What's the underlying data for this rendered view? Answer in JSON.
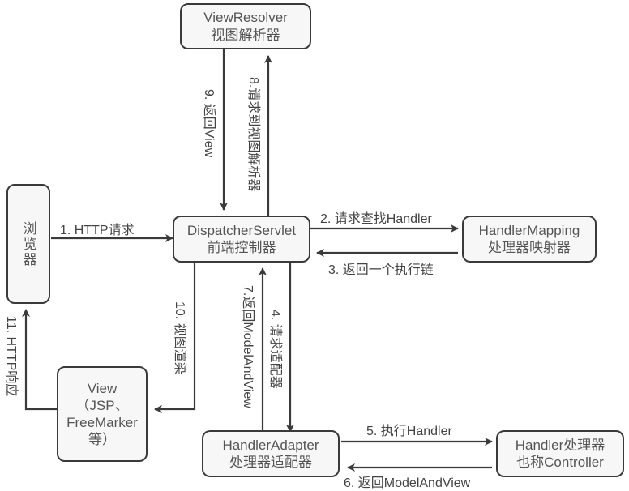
{
  "diagram": {
    "title": "Spring MVC DispatcherServlet request flow",
    "style": {
      "node_fill": "#f7f7f7",
      "node_stroke": "#3a3a3a",
      "text_color": "#555555",
      "label_color": "#444444",
      "line_color": "#3a3a3a",
      "background": "#ffffff"
    },
    "nodes": {
      "view_resolver": {
        "line1": "ViewResolver",
        "line2": "视图解析器"
      },
      "browser": {
        "line1": "浏览器"
      },
      "dispatcher_servlet": {
        "line1": "DispatcherServlet",
        "line2": "前端控制器"
      },
      "handler_mapping": {
        "line1": "HandlerMapping",
        "line2": "处理器映射器"
      },
      "view": {
        "line1": "View",
        "line2": "（JSP、",
        "line3": "FreeMarker",
        "line4": "等）"
      },
      "handler_adapter": {
        "line1": "HandlerAdapter",
        "line2": "处理器适配器"
      },
      "handler": {
        "line1": "Handler处理器",
        "line2": "也称Controller"
      }
    },
    "edges": {
      "e1": "1. HTTP请求",
      "e2": "2. 请求查找Handler",
      "e3": "3. 返回一个执行链",
      "e4": "4. 请求适配器",
      "e5": "5. 执行Handler",
      "e6": "6. 返回ModelAndView",
      "e7": "7.返回ModelAndView",
      "e8": "8.请求到视图解析器",
      "e9": "9. 返回View",
      "e10": "10. 视图渲染",
      "e11": "11. HTTP响应"
    }
  }
}
